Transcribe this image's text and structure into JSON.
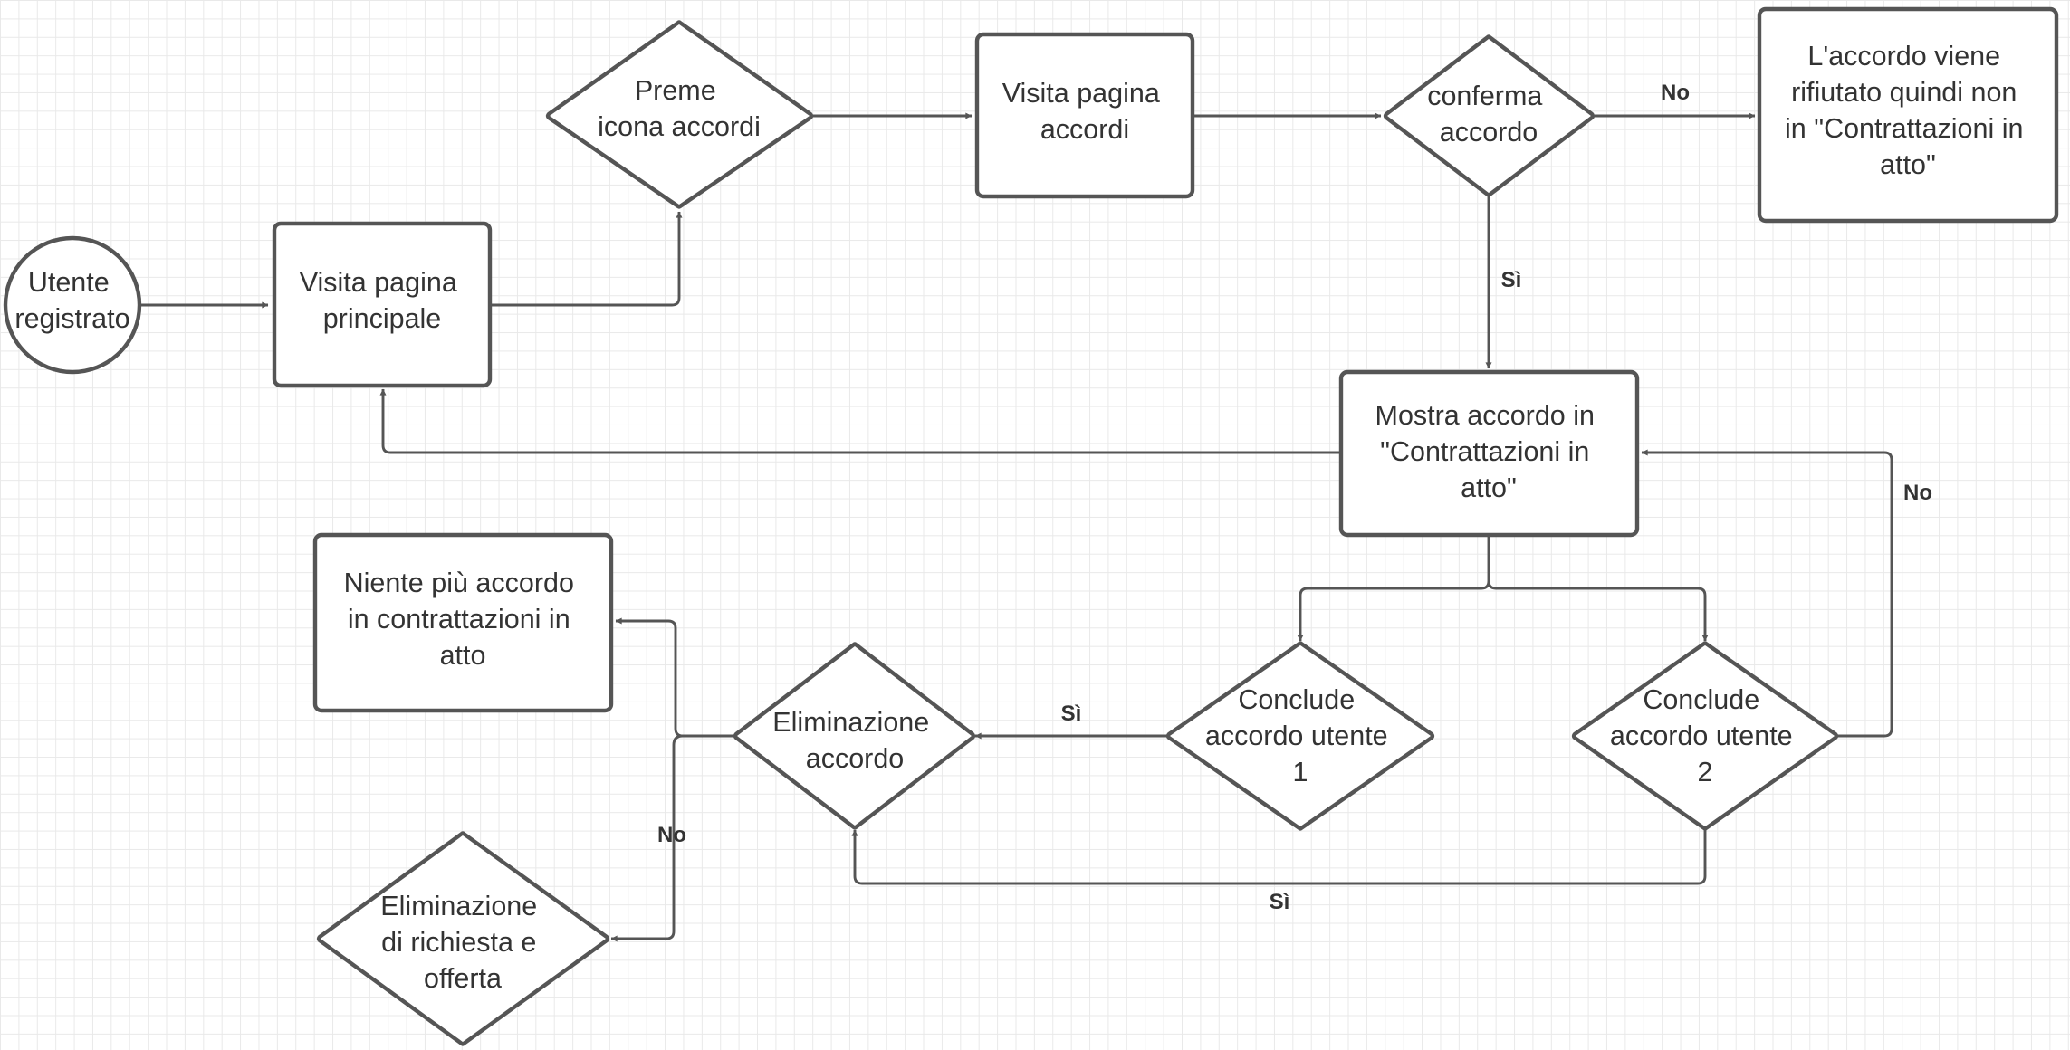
{
  "colors": {
    "stroke": "#555555",
    "text": "#333333",
    "grid": "#e9e9e9",
    "background": "#ffffff"
  },
  "nodes": {
    "utente_registrato": {
      "shape": "circle",
      "lines": [
        "Utente",
        "registrato"
      ]
    },
    "visita_principale": {
      "shape": "rect",
      "lines": [
        "Visita pagina",
        "principale"
      ]
    },
    "preme_icona": {
      "shape": "diamond",
      "lines": [
        "Preme",
        "icona accordi"
      ]
    },
    "visita_accordi": {
      "shape": "rect",
      "lines": [
        "Visita pagina",
        "accordi"
      ]
    },
    "conferma_accordo": {
      "shape": "diamond",
      "lines": [
        "conferma",
        "accordo"
      ]
    },
    "accordo_rifiutato": {
      "shape": "rect",
      "lines": [
        "L'accordo viene",
        "rifiutato quindi non",
        "in \"Contrattazioni in",
        "atto\""
      ]
    },
    "mostra_accordo": {
      "shape": "rect",
      "lines": [
        "Mostra accordo in",
        "\"Contrattazioni in",
        "atto\""
      ]
    },
    "conclude_1": {
      "shape": "diamond",
      "lines": [
        "Conclude",
        "accordo utente",
        "1"
      ]
    },
    "conclude_2": {
      "shape": "diamond",
      "lines": [
        "Conclude",
        "accordo utente",
        "2"
      ]
    },
    "eliminazione_accordo": {
      "shape": "diamond",
      "lines": [
        "Eliminazione",
        "accordo"
      ]
    },
    "niente_piu": {
      "shape": "rect",
      "lines": [
        "Niente più accordo",
        "in contrattazioni in",
        "atto"
      ]
    },
    "eliminazione_richiesta": {
      "shape": "diamond",
      "lines": [
        "Eliminazione",
        "di richiesta e",
        "offerta"
      ]
    }
  },
  "edge_labels": {
    "conferma_no": "No",
    "conferma_si": "Sì",
    "conclude2_no": "No",
    "conclude1_si": "Sì",
    "conclude2_si": "Sì",
    "eliminazione_no": "No"
  }
}
